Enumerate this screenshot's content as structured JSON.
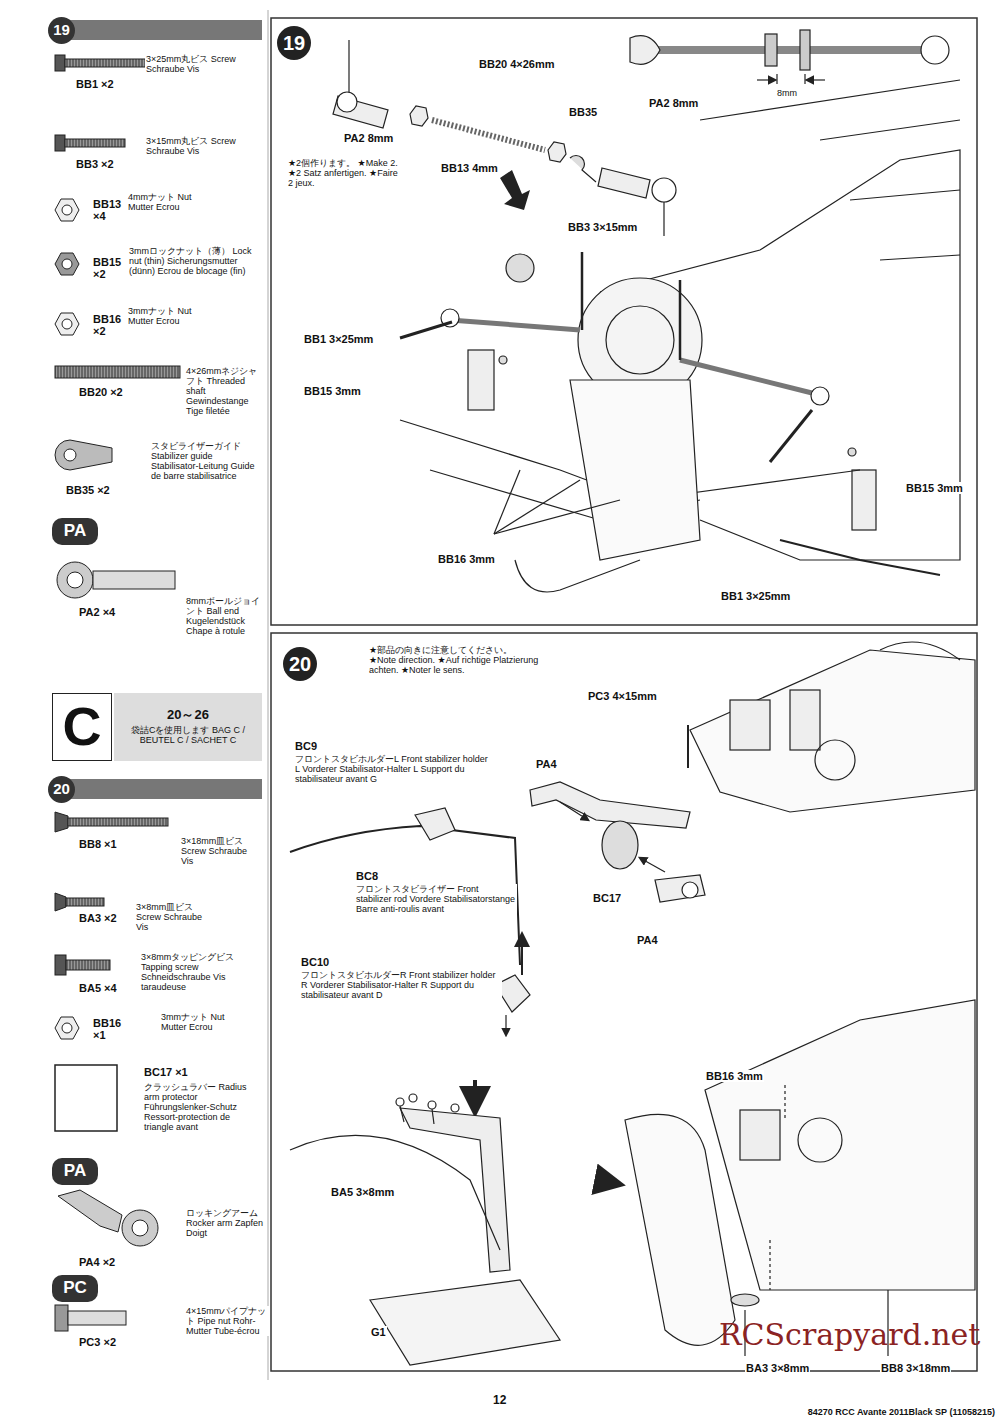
{
  "diagram": {
    "nodes": [
      {
        "text": [
          "19"
        ]
      },
      {
        "text": [
          "PA"
        ]
      },
      {
        "text": [
          "C"
        ]
      },
      {
        "text": [
          "20～26",
          "袋詰Cを使用します BAG C / BEUTEL C / SACHET C"
        ]
      },
      {
        "text": [
          "20"
        ]
      },
      {
        "text": [
          "PA"
        ]
      },
      {
        "text": [
          "PC"
        ]
      },
      {
        "text": [
          "19"
        ]
      },
      {
        "text": [
          "20"
        ]
      }
    ],
    "labels": [
      "BB1 ×2",
      "3×25mm丸ビス Screw Schraube Vis",
      "BB3 ×2",
      "3×15mm丸ビス Screw Schraube Vis",
      "BB13 ×4",
      "4mmナット Nut Mutter Ecrou",
      "BB15 ×2",
      "3mmロックナット（薄） Lock nut (thin) Sicherungsmutter (dünn) Ecrou de blocage (fin)",
      "BB16 ×2",
      "3mmナット Nut Mutter Ecrou",
      "BB20 ×2",
      "4×26mmネジシャフト Threaded shaft Gewindestange Tige filetée",
      "BB35 ×2",
      "スタビライザーガイド Stabilizer guide Stabilisator-Leitung Guide de barre stabilisatrice",
      "PA2 ×4",
      "8mmボールジョイント Ball end Kugelendstück Chape à rotule",
      "BB8 ×1",
      "3×18mm皿ビス Screw Schraube Vis",
      "BA3 ×2",
      "3×8mm皿ビス Screw Schraube Vis",
      "BA5 ×4",
      "3×8mmタッピングビス Tapping screw Schneidschraube Vis taraudeuse",
      "BB16 ×1",
      "3mmナット Nut Mutter Ecrou",
      "BC17 ×1",
      "クラッシュラバー Radius arm protector Führungslenker-Schutz Ressort-protection de triangle avant",
      "PA4 ×2",
      "ロッキングアーム Rocker arm Zapfen Doigt",
      "PC3 ×2",
      "4×15mmパイプナット Pipe nut Rohr-Mutter Tube-écrou",
      "BB20 4×26mm",
      "PA2 8mm",
      "BB35",
      "PA2 8mm",
      "BB13 4mm",
      "★2個作ります。 ★Make 2. ★2 Satz anfertigen. ★Faire 2 jeux.",
      "8mm",
      "BB3 3×15mm",
      "BB1 3×25mm",
      "BB15 3mm",
      "BB15 3mm",
      "BB16 3mm",
      "BB1 3×25mm",
      "★部品の向きに注意してください。 ★Note direction. ★Auf richtige Platzierung achten. ★Noter le sens.",
      "PC3 4×15mm",
      "PA4",
      "BC9",
      "フロントスタビホルダーL Front stabilizer holder L Vorderer Stabilisator-Halter L Support du stabilisateur avant G",
      "BC8",
      "フロントスタビライザー Front stabilizer rod Vordere Stabilisatorstange Barre anti-roulis avant",
      "BC17",
      "PA4",
      "BC10",
      "フロントスタビホルダーR Front stabilizer holder R Vorderer Stabilisator-Halter R Support du stabilisateur avant D",
      "BB16 3mm",
      "BA5 3×8mm",
      "G1",
      "BA3 3×8mm",
      "BB8 3×18mm",
      "12",
      "84270 RCC Avante 2011Black SP (11058215)",
      "RCScrapyard.net"
    ]
  }
}
